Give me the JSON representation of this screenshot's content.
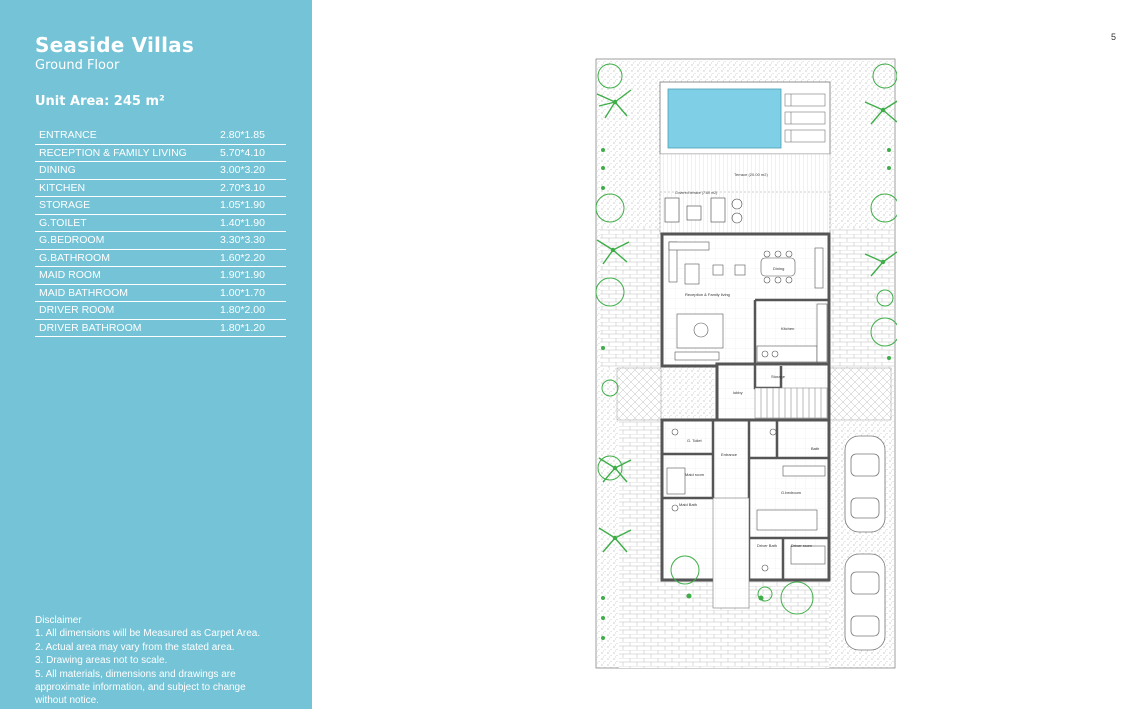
{
  "sidebar": {
    "title": "Seaside Villas",
    "subtitle": "Ground Floor",
    "unit_area": "Unit Area: 245 m²",
    "rooms": [
      {
        "name": "ENTRANCE",
        "dimensions": "2.80*1.85"
      },
      {
        "name": "RECEPTION & FAMILY LIVING",
        "dimensions": "5.70*4.10"
      },
      {
        "name": "DINING",
        "dimensions": "3.00*3.20"
      },
      {
        "name": "KITCHEN",
        "dimensions": "2.70*3.10"
      },
      {
        "name": "STORAGE",
        "dimensions": "1.05*1.90"
      },
      {
        "name": "G.TOILET",
        "dimensions": "1.40*1.90"
      },
      {
        "name": "G.BEDROOM",
        "dimensions": "3.30*3.30"
      },
      {
        "name": "G.BATHROOM",
        "dimensions": "1.60*2.20"
      },
      {
        "name": "MAID ROOM",
        "dimensions": "1.90*1.90"
      },
      {
        "name": "MAID BATHROOM",
        "dimensions": "1.00*1.70"
      },
      {
        "name": "DRIVER ROOM",
        "dimensions": "1.80*2.00"
      },
      {
        "name": "DRIVER BATHROOM",
        "dimensions": "1.80*1.20"
      }
    ],
    "disclaimer": {
      "heading": "Disclaimer",
      "lines": [
        "1. All dimensions will be Measured as Carpet Area.",
        "2. Actual area may vary from the stated area.",
        "3. Drawing areas not to scale.",
        "5. All materials, dimensions and drawings are",
        "approximate information, and subject to change",
        "without notice."
      ]
    }
  },
  "page_number": "5",
  "floor_plan": {
    "labels": {
      "terrace": "Terrace (20.00 m2)",
      "covered_terrace": "Covered terrace (7.60 m2)",
      "dining": "Dining",
      "reception": "Reception & Family living",
      "kitchen": "Kitchen",
      "storage": "Storage",
      "lobby": "lobby",
      "g_toilet": "G. Toilet",
      "entrance": "Entrance",
      "bath": "Bath",
      "maid_room": "Maid room",
      "maid_bath": "Maid Bath",
      "g_bedroom": "G.bedroom",
      "driver_bath": "Driver Bath",
      "driver_room": "Driver room"
    },
    "colors": {
      "pool": "#7fd0e6",
      "wall": "#555555",
      "tree": "#3fae49",
      "sidebar": "#74c3d6"
    }
  }
}
